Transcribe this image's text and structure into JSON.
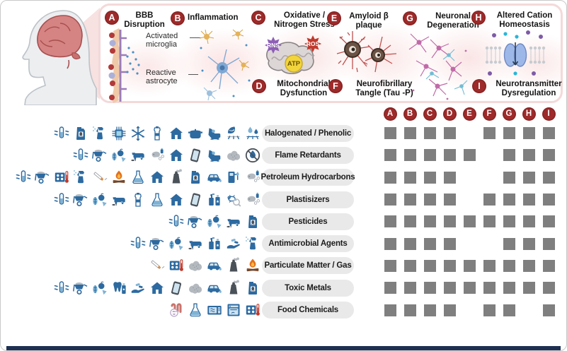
{
  "colors": {
    "badge_red": "#9e2a2a",
    "cell_gray": "#7f7f7f",
    "pill_bg": "#e9e9e9",
    "icon_blue": "#2d6aa0",
    "bottom_bar_navy": "#1e2f52",
    "panel_border_pink": "#f4d9d9",
    "brain_pink": "#d58383"
  },
  "mechanisms": [
    {
      "id": "A",
      "label": "BBB Disruption"
    },
    {
      "id": "B",
      "label": "Inflammation"
    },
    {
      "id": "C",
      "label": "Oxidative / Nitrogen Stress"
    },
    {
      "id": "D",
      "label": "Mitochondrial Dysfunction"
    },
    {
      "id": "E",
      "label": "Amyloid β plaque"
    },
    {
      "id": "F",
      "label": "Neurofibrillary Tangle (Tau -P)"
    },
    {
      "id": "G",
      "label": "Neuronal Degeneration"
    },
    {
      "id": "H",
      "label": "Altered Cation Homeostasis"
    },
    {
      "id": "I",
      "label": "Neurotransmitter Dysregulation"
    }
  ],
  "annotations": {
    "activated_microglia": "Activated microglia",
    "reactive_astrocyte": "Reactive astrocyte",
    "rns": "RNS",
    "ros": "ROS",
    "atp": "ATP"
  },
  "matrix": {
    "columns": [
      "A",
      "B",
      "C",
      "D",
      "E",
      "F",
      "G",
      "H",
      "I"
    ],
    "rows": [
      {
        "label": "Halogenated / Phenolic",
        "icons": [
          "water-test",
          "toxic-jug",
          "spray-bottle",
          "microchip",
          "snowflake",
          "milk-carton",
          "house",
          "cooking-pot",
          "recliner",
          "leaf-repellent",
          "droplet-repellent"
        ],
        "mechanisms": [
          "A",
          "B",
          "C",
          "D",
          "F",
          "G",
          "H",
          "I"
        ]
      },
      {
        "label": "Flame Retardants",
        "icons": [
          "water-test",
          "wheelbarrow",
          "produce",
          "cattle",
          "breast-milk",
          "house",
          "phone",
          "recliner",
          "dust-cloud",
          "no-flame"
        ],
        "mechanisms": [
          "A",
          "B",
          "C",
          "D",
          "E",
          "G",
          "H",
          "I"
        ]
      },
      {
        "label": "Petroleum Hydrocarbons",
        "icons": [
          "water-test",
          "wheelbarrow",
          "stove",
          "spray-bottle",
          "cigarette",
          "campfire",
          "flask",
          "house",
          "factory",
          "toxic-jug",
          "car",
          "fuel-pump",
          "breast-milk"
        ],
        "mechanisms": [
          "A",
          "B",
          "C",
          "D",
          "G",
          "H",
          "I"
        ]
      },
      {
        "label": "Plastisizers",
        "icons": [
          "water-test",
          "wheelbarrow",
          "produce",
          "cattle",
          "milk-carton",
          "flask",
          "house",
          "phone",
          "cosmetics",
          "mite-magnifier",
          "breast-milk"
        ],
        "mechanisms": [
          "A",
          "B",
          "C",
          "D",
          "F",
          "G",
          "H",
          "I"
        ]
      },
      {
        "label": "Pesticides",
        "icons": [
          "water-test",
          "wheelbarrow",
          "produce",
          "cattle",
          "toxic-jug"
        ],
        "mechanisms": [
          "A",
          "B",
          "C",
          "D",
          "E",
          "F",
          "G",
          "H",
          "I"
        ]
      },
      {
        "label": "Antimicrobial Agents",
        "icons": [
          "water-test",
          "wheelbarrow",
          "produce",
          "cattle",
          "cosmetics",
          "hand-pills",
          "spray-bottle"
        ],
        "mechanisms": [
          "A",
          "B",
          "C",
          "D",
          "G",
          "H",
          "I"
        ]
      },
      {
        "label": "Particulate Matter / Gas",
        "icons": [
          "cigarette",
          "stove",
          "dust-cloud",
          "car",
          "factory",
          "campfire"
        ],
        "mechanisms": [
          "A",
          "B",
          "C",
          "D",
          "E",
          "F",
          "G",
          "H",
          "I"
        ]
      },
      {
        "label": "Toxic Metals",
        "icons": [
          "water-test",
          "wheelbarrow",
          "produce",
          "tooth-paste",
          "hand-pills",
          "house",
          "phone",
          "dust-cloud",
          "car",
          "factory",
          "toxic-jug"
        ],
        "mechanisms": [
          "A",
          "B",
          "C",
          "D",
          "E",
          "F",
          "G",
          "H",
          "I"
        ]
      },
      {
        "label": "Food Chemicals",
        "icons": [
          "gut-microbiome",
          "flask",
          "microwave",
          "oven",
          "stove"
        ],
        "mechanisms": [
          "A",
          "B",
          "C",
          "D",
          "F",
          "G",
          "I"
        ]
      }
    ]
  },
  "chart_data": {
    "type": "heatmap",
    "title": "Environmental chemical classes vs neurotoxicity mechanisms",
    "x": [
      "A",
      "B",
      "C",
      "D",
      "E",
      "F",
      "G",
      "H",
      "I"
    ],
    "y": [
      "Halogenated / Phenolic",
      "Flame Retardants",
      "Petroleum Hydrocarbons",
      "Plastisizers",
      "Pesticides",
      "Antimicrobial Agents",
      "Particulate Matter / Gas",
      "Toxic Metals",
      "Food Chemicals"
    ],
    "values": [
      [
        1,
        1,
        1,
        1,
        0,
        1,
        1,
        1,
        1
      ],
      [
        1,
        1,
        1,
        1,
        1,
        0,
        1,
        1,
        1
      ],
      [
        1,
        1,
        1,
        1,
        0,
        0,
        1,
        1,
        1
      ],
      [
        1,
        1,
        1,
        1,
        0,
        1,
        1,
        1,
        1
      ],
      [
        1,
        1,
        1,
        1,
        1,
        1,
        1,
        1,
        1
      ],
      [
        1,
        1,
        1,
        1,
        0,
        0,
        1,
        1,
        1
      ],
      [
        1,
        1,
        1,
        1,
        1,
        1,
        1,
        1,
        1
      ],
      [
        1,
        1,
        1,
        1,
        1,
        1,
        1,
        1,
        1
      ],
      [
        1,
        1,
        1,
        1,
        0,
        1,
        1,
        0,
        1
      ]
    ],
    "legend": "filled gray square = mechanism reported for chemical class"
  }
}
